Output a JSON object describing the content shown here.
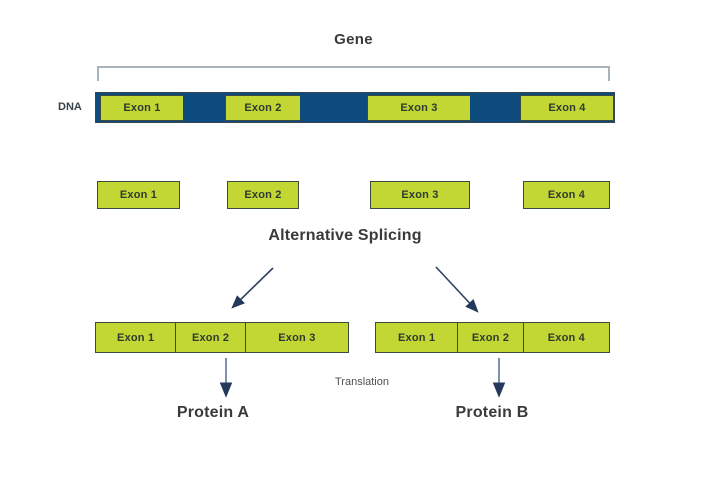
{
  "colors": {
    "exon_fill": "#c2d634",
    "exon_border": "#3d4a42",
    "intron_fill": "#0d4b7e",
    "bracket": "#a9b3bc",
    "arrow_dark": "#24395b",
    "arrow_shaft_light": "#6d86a8",
    "text_dark": "#3a3a3a"
  },
  "header": {
    "title": "Gene"
  },
  "dna": {
    "label": "DNA",
    "exons": [
      {
        "label": "Exon 1"
      },
      {
        "label": "Exon 2"
      },
      {
        "label": "Exon 3"
      },
      {
        "label": "Exon 4"
      }
    ]
  },
  "spliced_exons": [
    {
      "label": "Exon 1"
    },
    {
      "label": "Exon 2"
    },
    {
      "label": "Exon 3"
    },
    {
      "label": "Exon 4"
    }
  ],
  "splicing": {
    "label": "Alternative Splicing"
  },
  "translation": {
    "label": "Translation"
  },
  "transcripts": [
    {
      "exons": [
        {
          "label": "Exon 1"
        },
        {
          "label": "Exon 2"
        },
        {
          "label": "Exon 3"
        }
      ],
      "protein": "Protein A"
    },
    {
      "exons": [
        {
          "label": "Exon 1"
        },
        {
          "label": "Exon 2"
        },
        {
          "label": "Exon 4"
        }
      ],
      "protein": "Protein B"
    }
  ]
}
